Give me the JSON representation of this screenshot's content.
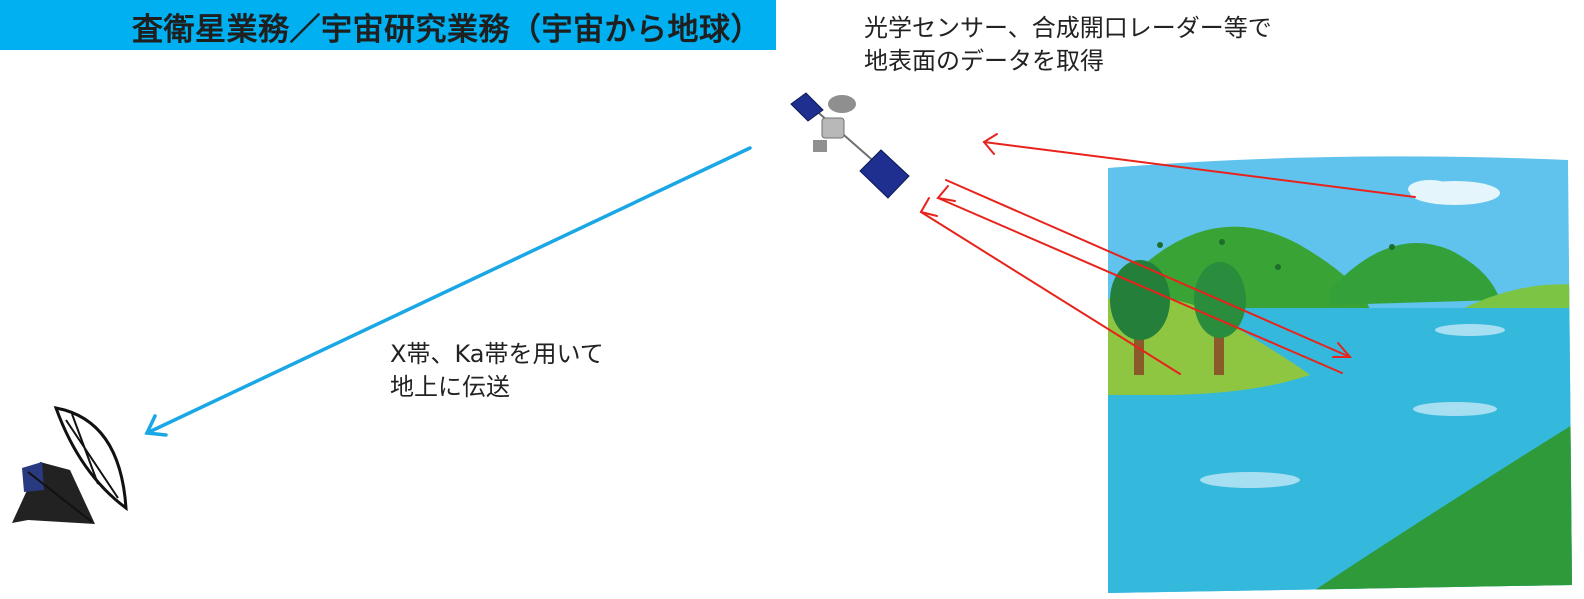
{
  "title": "査衛星業務／宇宙研究業務（宇宙から地球）",
  "captions": {
    "sensor": [
      "光学センサー、合成開口レーダー等で",
      "地表面のデータを取得"
    ],
    "downlink": [
      "X帯、Ka帯を用いて",
      "地上に伝送"
    ]
  },
  "icons": {
    "satellite": "satellite-icon",
    "ground_station": "ground-station-dish-icon",
    "landscape": "landscape-illustration"
  },
  "colors": {
    "banner": "#00b0f0",
    "downlink_arrow": "#1aa7e6",
    "sensing_arrows": "#e8231c",
    "sky": "#5fc3ee",
    "water": "#34b9dc",
    "hills": "#3aa335"
  }
}
